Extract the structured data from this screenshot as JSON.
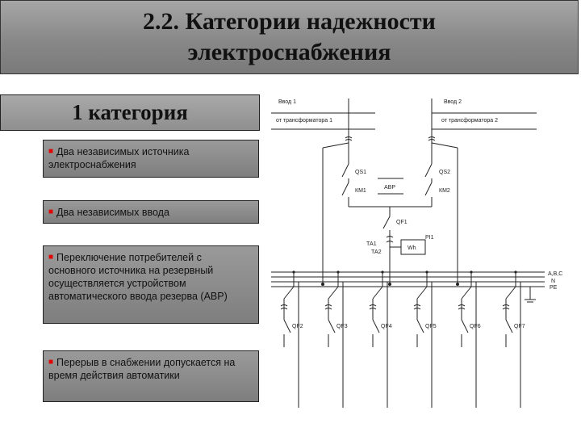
{
  "title": {
    "line1": "2.2. Категории надежности",
    "line2": "электроснабжения"
  },
  "category": "1 категория",
  "bullets": [
    "Два независимых источника электроснабжения",
    "Два независимых ввода",
    "Переключение потребителей с основного источника на резервный осуществляется устройством автоматического ввода резерва (АВР)",
    "Перерыв в снабжении допускается на время действия автоматики"
  ],
  "bullet_marker": "■",
  "colors": {
    "bullet_marker": "#e00000"
  },
  "diagram": {
    "input1_label": "Ввод 1",
    "input1_source": "от трансформатора 1",
    "input2_label": "Ввод 2",
    "input2_source": "от трансформатора 2",
    "qs1": "QS1",
    "qs2": "QS2",
    "km1": "КМ1",
    "km2": "КМ2",
    "avr": "АВР",
    "qf1": "QF1",
    "ta1": "ТА1",
    "ta2": "ТА2",
    "pi1": "PI1",
    "wh": "Wh",
    "bus_l": "A,B,C",
    "bus_n": "N",
    "bus_pe": "PE",
    "feeders": [
      "QF2",
      "QF3",
      "QF4",
      "QF5",
      "QF6",
      "QF7"
    ]
  }
}
